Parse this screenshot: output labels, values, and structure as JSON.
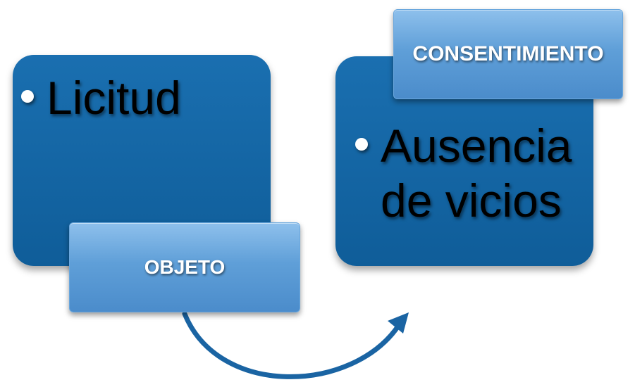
{
  "left": {
    "tag": "OBJETO",
    "items": [
      "Licitud"
    ]
  },
  "right": {
    "tag": "CONSENTIMIENTO",
    "lines": [
      "Ausencia",
      "de vicios"
    ]
  },
  "colors": {
    "box": "#1a6fb0",
    "tag": "#5f9fd8",
    "arrow": "#1a64a3"
  },
  "icons": {
    "connector": "curved-arrow-icon"
  }
}
